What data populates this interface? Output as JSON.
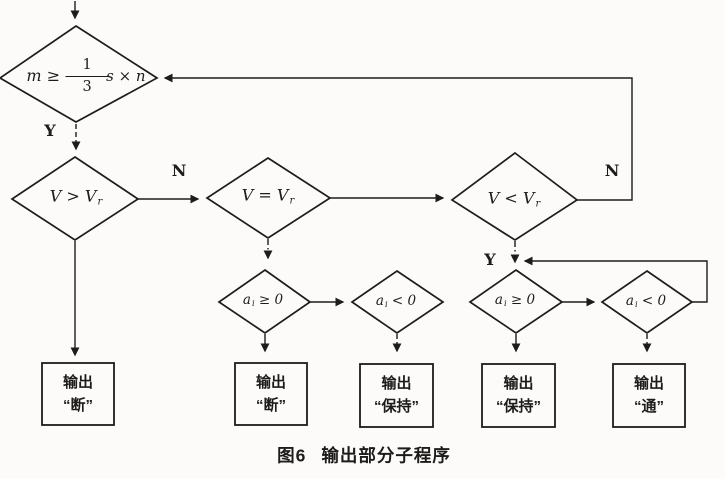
{
  "colors": {
    "ink": "#1d1c1a",
    "paper": "#fcfbf9"
  },
  "figure_caption": {
    "fig_label": "图6",
    "title": "输出部分子程序"
  },
  "decisions": {
    "m_threshold": {
      "lhs": "m ≥",
      "numerator": "1",
      "denominator": "3",
      "rhs": "s × n"
    },
    "v_gt": {
      "base": "V > V",
      "sub": "r"
    },
    "v_eq": {
      "base": "V = V",
      "sub": "r"
    },
    "v_lt": {
      "base": "V < V",
      "sub": "r"
    },
    "ai_ge_mid": {
      "base": "a",
      "sub": "i",
      "rest": " ≥ 0"
    },
    "ai_lt_mid": {
      "base": "a",
      "sub": "i",
      "rest": " < 0"
    },
    "ai_ge_right": {
      "base": "a",
      "sub": "i",
      "rest": " ≥ 0"
    },
    "ai_lt_right": {
      "base": "a",
      "sub": "i",
      "rest": " < 0"
    }
  },
  "branch_labels": {
    "top_yes": "Y",
    "v_gt_no": "N",
    "v_lt_no": "N",
    "v_lt_yes": "Y"
  },
  "output_boxes": {
    "duan_left": {
      "line1": "输出",
      "line2": "“断”"
    },
    "duan_mid": {
      "line1": "输出",
      "line2": "“断”"
    },
    "baochi_mid": {
      "line1": "输出",
      "line2": "“保持”"
    },
    "baochi_right": {
      "line1": "输出",
      "line2": "“保持”"
    },
    "tong_right": {
      "line1": "输出",
      "line2": "“通”"
    }
  }
}
